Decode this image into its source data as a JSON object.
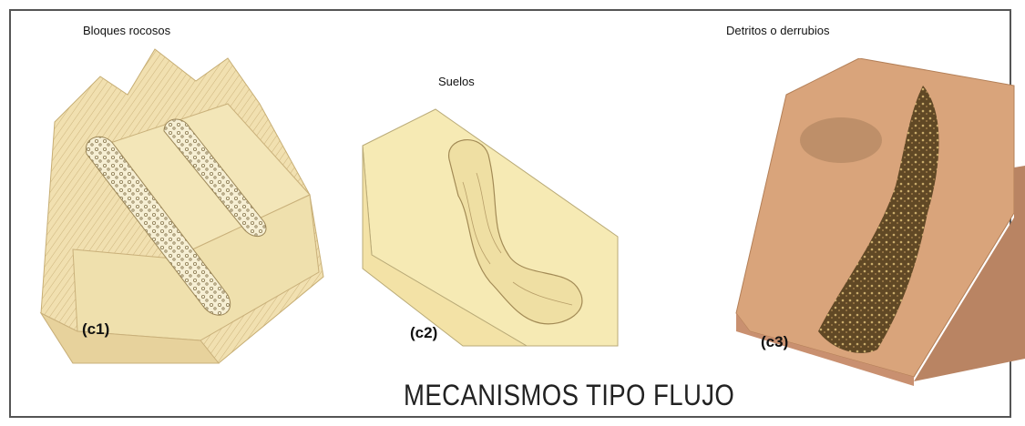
{
  "panels": [
    {
      "id": "c1",
      "caption": "Bloques rocosos",
      "code": "(c1)",
      "illustration": "rock-blocks-flow-illustration"
    },
    {
      "id": "c2",
      "caption": "Suelos",
      "code": "(c2)",
      "illustration": "soil-flow-illustration"
    },
    {
      "id": "c3",
      "caption": "Detritos o derrubios",
      "code": "(c3)",
      "illustration": "debris-flow-illustration"
    }
  ],
  "title": "MECANISMOS TIPO FLUJO",
  "colors": {
    "frame": "#555555",
    "rock_base": "#f0dfae",
    "soil_base": "#f6eab4",
    "debris_base": "#d9a47b",
    "debris_dark": "#5a4320"
  }
}
